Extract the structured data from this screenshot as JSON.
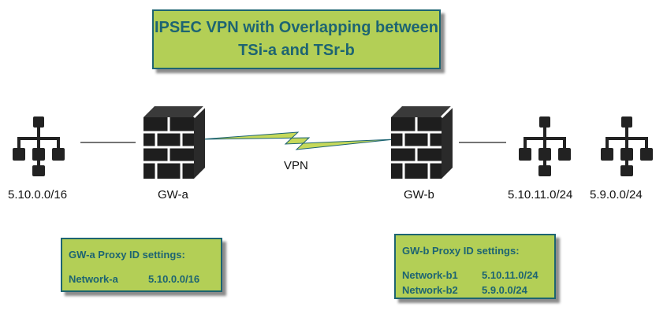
{
  "title": {
    "line1": "IPSEC VPN with Overlapping between",
    "line2": "TSi-a and TSr-b"
  },
  "networks": {
    "left": "5.10.0.0/16",
    "right1": "5.10.11.0/24",
    "right2": "5.9.0.0/24"
  },
  "gateways": {
    "a": "GW-a",
    "b": "GW-b"
  },
  "vpn_label": "VPN",
  "proxy_a": {
    "heading": "GW-a Proxy ID settings:",
    "rows": [
      {
        "name": "Network-a",
        "subnet": "5.10.0.0/16"
      }
    ]
  },
  "proxy_b": {
    "heading": "GW-b Proxy ID settings:",
    "rows": [
      {
        "name": "Network-b1",
        "subnet": "5.10.11.0/24"
      },
      {
        "name": "Network-b2",
        "subnet": "5.9.0.0/24"
      }
    ]
  },
  "colors": {
    "box_fill": "#b3cf56",
    "box_border": "#1d6472",
    "text_dark": "#1d6472",
    "lightning": "#c6d95a",
    "icon": "#222222"
  }
}
